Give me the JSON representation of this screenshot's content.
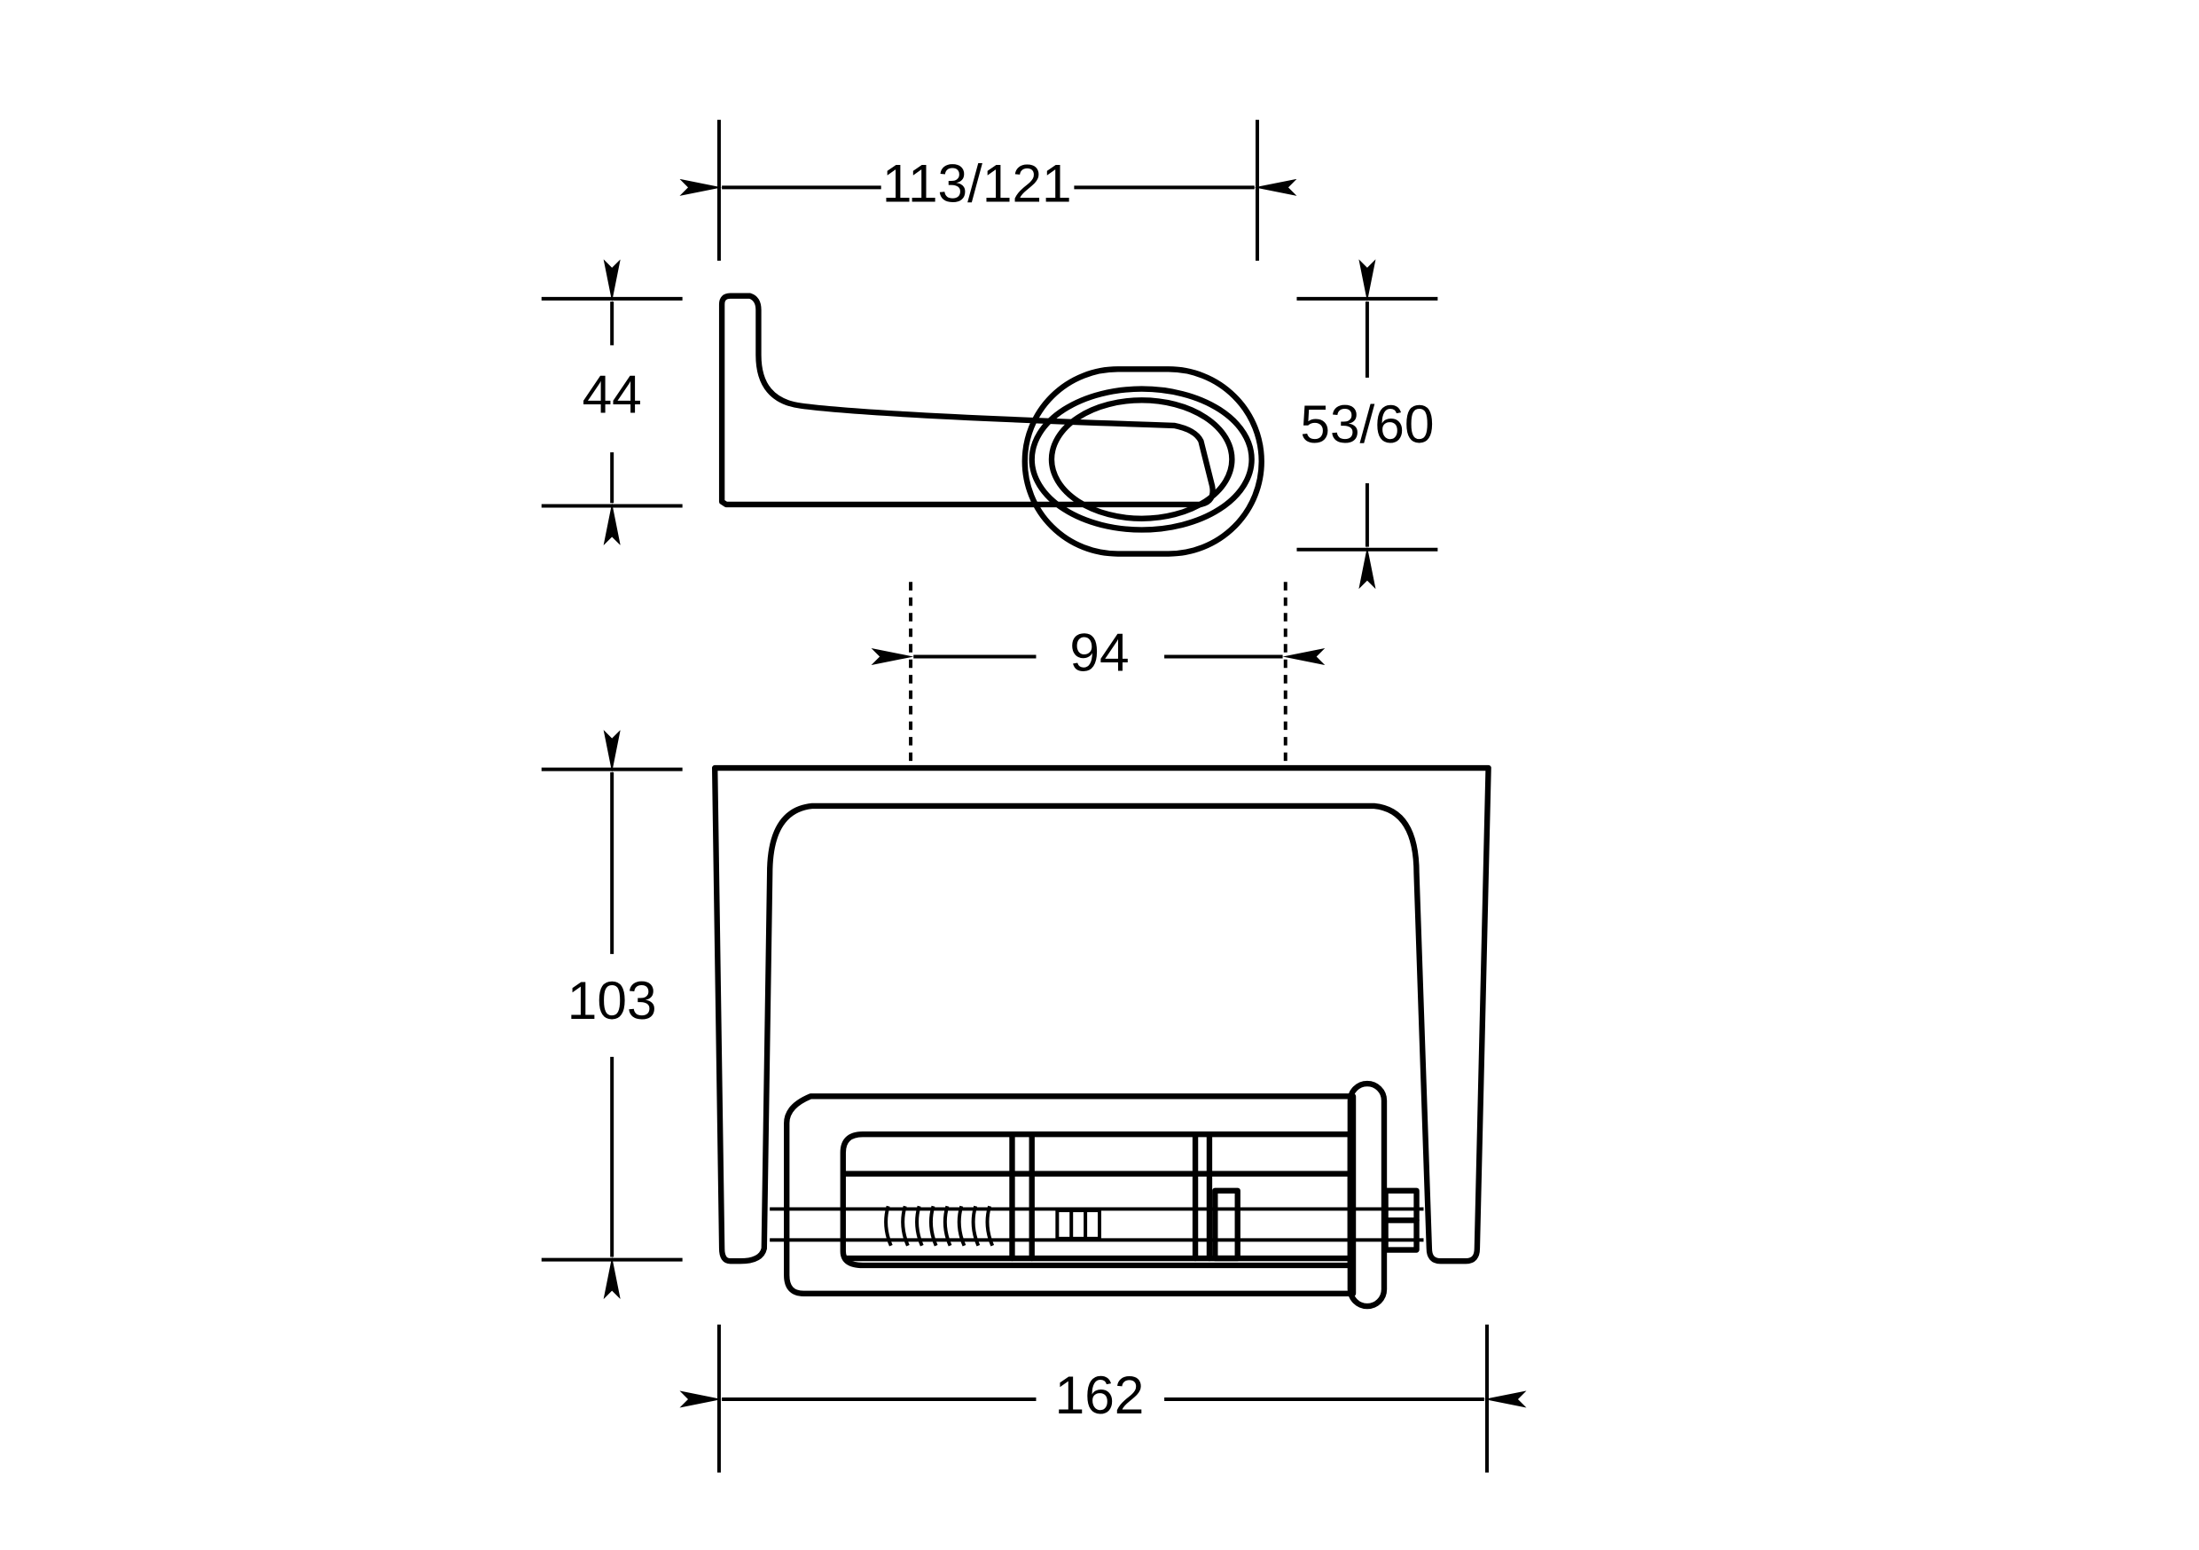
{
  "dimensions": {
    "top_width": "113/121",
    "top_height_left": "44",
    "top_height_right": "53/60",
    "mount_spacing": "94",
    "front_height": "103",
    "front_width": "162"
  },
  "colors": {
    "line": "#000000",
    "background": "#ffffff"
  }
}
